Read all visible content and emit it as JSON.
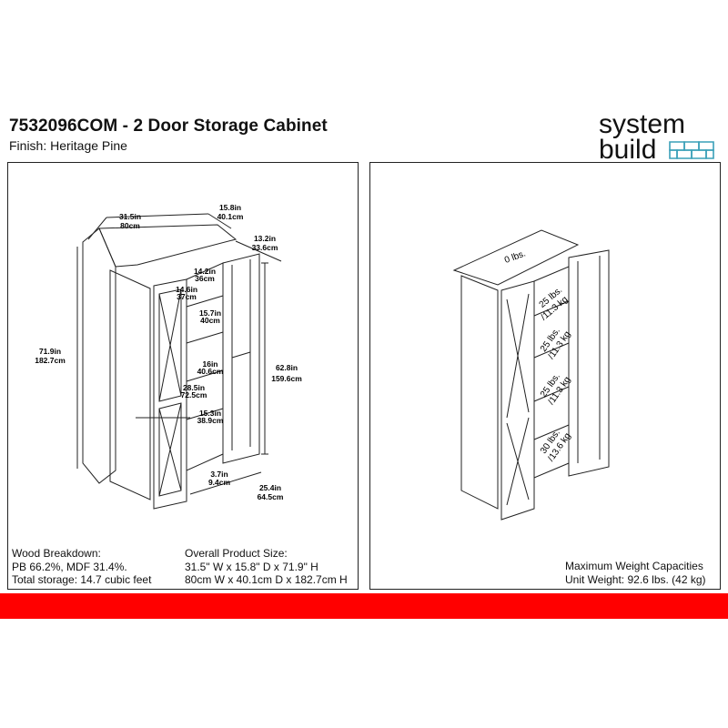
{
  "header": {
    "title": "7532096COM - 2 Door Storage Cabinet",
    "finish": "Finish:  Heritage Pine"
  },
  "logo": {
    "line1": "system",
    "line2": "build"
  },
  "dimensions": {
    "width_in": "31.5in",
    "width_cm": "80cm",
    "depth_in": "15.8in",
    "depth_cm": "40.1cm",
    "door_depth_in": "13.2in",
    "door_depth_cm": "33.6cm",
    "height_in": "71.9in",
    "height_cm": "182.7cm",
    "door_height_in": "62.8in",
    "door_height_cm": "159.6cm",
    "shelf1_in": "14.2in",
    "shelf1_cm": "36cm",
    "inner_depth_in": "14.6in",
    "inner_depth_cm": "37cm",
    "shelf2_in": "15.7in",
    "shelf2_cm": "40cm",
    "shelf3_in": "16in",
    "shelf3_cm": "40.6cm",
    "inner_width_in": "28.5in",
    "inner_width_cm": "72.5cm",
    "shelf4_in": "15.3in",
    "shelf4_cm": "38.9cm",
    "foot_in": "3.7in",
    "foot_cm": "9.4cm",
    "open_depth_in": "25.4in",
    "open_depth_cm": "64.5cm"
  },
  "weights": {
    "top": "0 lbs.",
    "shelf1_lbs": "25 lbs.",
    "shelf1_kg": "/11.3 kg",
    "shelf2_lbs": "25 lbs.",
    "shelf2_kg": "/11.3 kg",
    "shelf3_lbs": "25 lbs.",
    "shelf3_kg": "/11.3 kg",
    "shelf4_lbs": "30 lbs.",
    "shelf4_kg": "/13.6 kg"
  },
  "footer_left": {
    "line1": "Wood Breakdown:",
    "line2": "PB 66.2%,  MDF 31.4%.",
    "line3": "Total storage: 14.7 cubic feet"
  },
  "footer_middle": {
    "line1": "Overall Product Size:",
    "line2": "31.5\" W x 15.8\" D x 71.9\" H",
    "line3": "80cm W x 40.1cm D x 182.7cm H"
  },
  "footer_right": {
    "line1": "Maximum Weight Capacities",
    "line2": "Unit Weight: 92.6 lbs. (42 kg)"
  },
  "colors": {
    "band": "#ff0000",
    "logo_accent": "#3aa0b8",
    "line": "#222222"
  }
}
